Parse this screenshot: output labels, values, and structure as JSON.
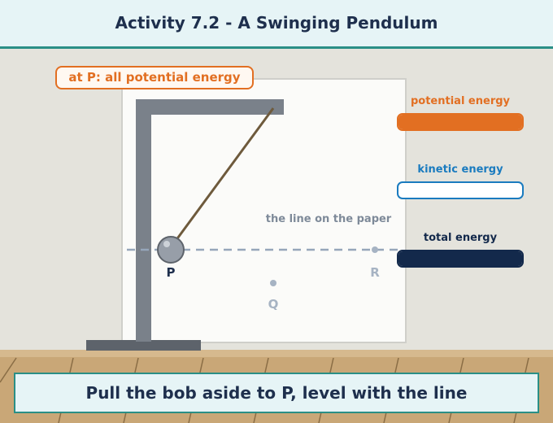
{
  "header": {
    "title": "Activity 7.2 - A Swinging Pendulum"
  },
  "state_tag": "at P: all potential energy",
  "diagram": {
    "line_label": "the line on the paper",
    "points": {
      "P": "P",
      "Q": "Q",
      "R": "R"
    }
  },
  "energy_bars": {
    "potential": {
      "label": "potential energy",
      "level": 1.0,
      "color": "#e26f22"
    },
    "kinetic": {
      "label": "kinetic energy",
      "level": 0.0,
      "color": "#1a7bbf"
    },
    "total": {
      "label": "total energy",
      "level": 1.0,
      "color": "#13294b"
    }
  },
  "caption": "Pull the bob aside to P, level with the line",
  "colors": {
    "accent": "#2a8f86",
    "stand": "#7a818a",
    "string": "#6e5a3c",
    "floor": "#c9a777"
  }
}
